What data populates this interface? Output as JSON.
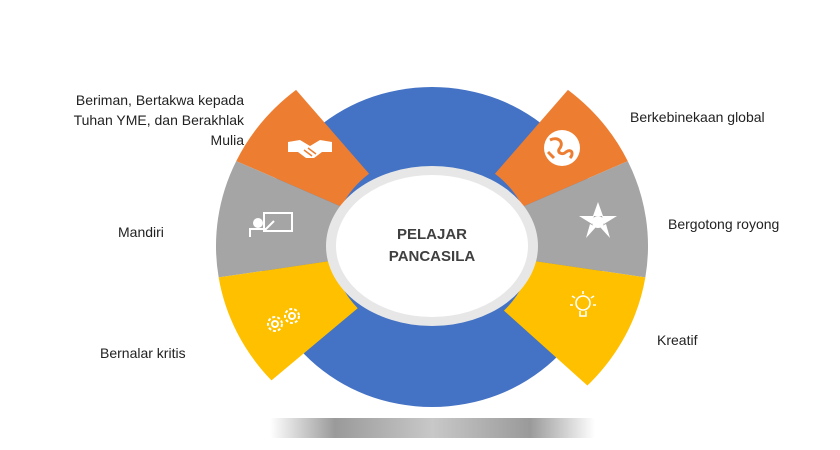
{
  "center": {
    "line1": "PELAJAR",
    "line2": "PANCASILA"
  },
  "segments": [
    {
      "label_lines": [
        "Beriman, Bertakwa kepada",
        "Tuhan YME, dan Berakhlak",
        "Mulia"
      ],
      "icon": "handshake-icon",
      "color": "#ED7D31"
    },
    {
      "label_lines": [
        "Mandiri"
      ],
      "icon": "presentation-board-icon",
      "color": "#A5A5A5"
    },
    {
      "label_lines": [
        "Bernalar kritis"
      ],
      "icon": "gears-icon",
      "color": "#FFC000"
    },
    {
      "label_lines": [
        "Berkebinekaan global"
      ],
      "icon": "globe-icon",
      "color": "#ED7D31"
    },
    {
      "label_lines": [
        "Bergotong royong"
      ],
      "icon": "teamwork-icon",
      "color": "#A5A5A5"
    },
    {
      "label_lines": [
        "Kreatif"
      ],
      "icon": "lightbulb-icon",
      "color": "#FFC000"
    }
  ],
  "colors": {
    "ring": "#4472C4",
    "inner_border": "#E7E7E7"
  }
}
